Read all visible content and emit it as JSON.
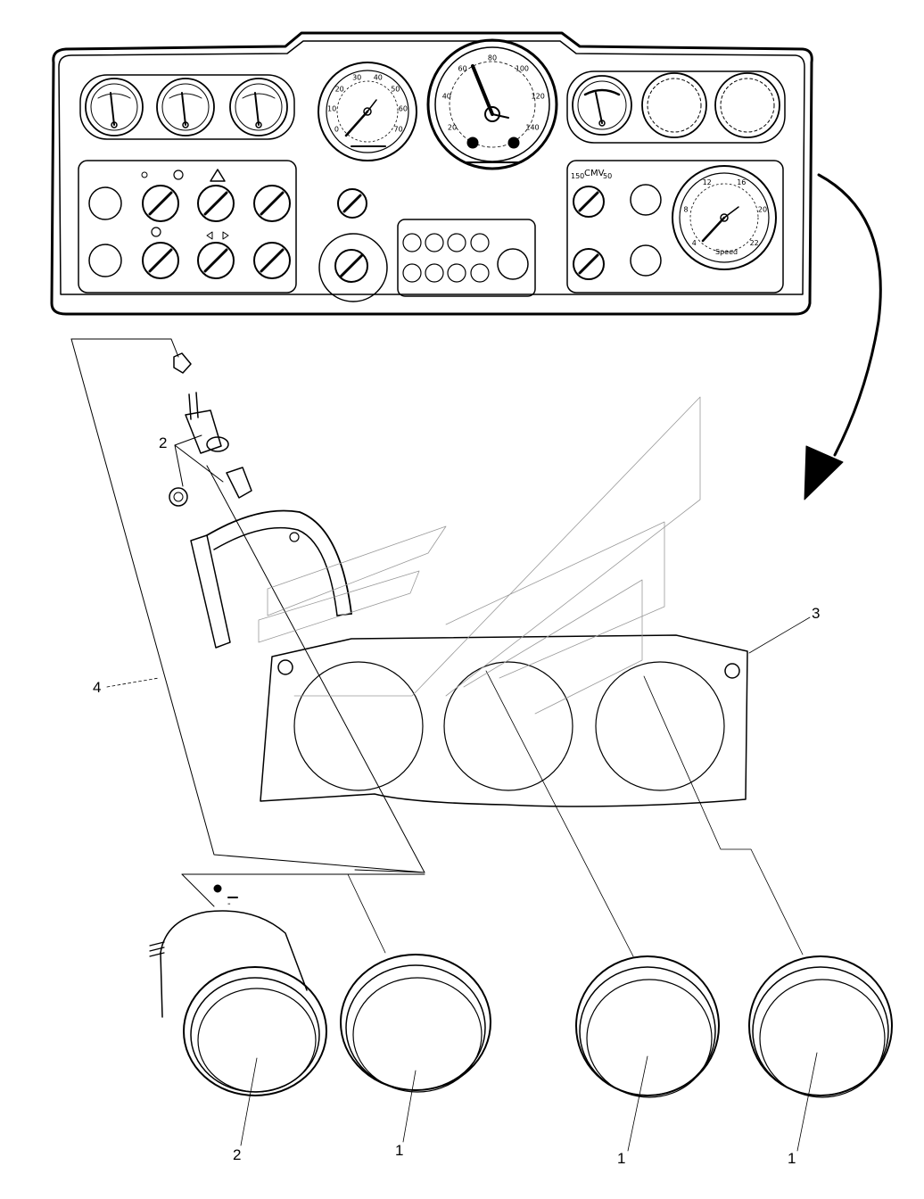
{
  "callouts": {
    "c2_top": "2",
    "c3": "3",
    "c4": "4",
    "c2_bottom": "2",
    "c1_a": "1",
    "c1_b": "1",
    "c1_c": "1"
  },
  "panel_text": {
    "speed_label": "Speed",
    "cmv_label": "CMV",
    "cmv_150": "150",
    "cmv_50": "50",
    "speedo_ticks": [
      "20",
      "40",
      "60",
      "80",
      "100",
      "120",
      "140"
    ],
    "tacho_ticks": [
      "0",
      "10",
      "20",
      "30",
      "40",
      "50",
      "60",
      "70"
    ],
    "speed_ticks": [
      "4",
      "8",
      "12",
      "16",
      "20",
      "22"
    ],
    "minus_sign": "-"
  }
}
